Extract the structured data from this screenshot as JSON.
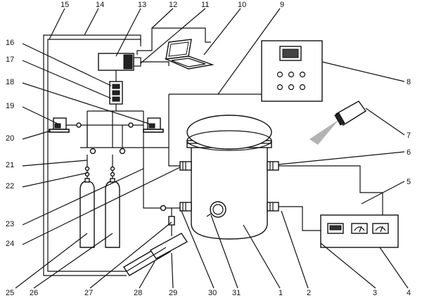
{
  "labels": {
    "top": [
      "15",
      "14",
      "13",
      "12",
      "11",
      "10",
      "9"
    ],
    "left": [
      "16",
      "17",
      "18",
      "19",
      "20",
      "21",
      "22",
      "23",
      "24"
    ],
    "right": [
      "8",
      "7",
      "6",
      "5"
    ],
    "bottom": [
      "25",
      "26",
      "27",
      "28",
      "29",
      "30",
      "31",
      "1",
      "2",
      "3",
      "4"
    ]
  }
}
